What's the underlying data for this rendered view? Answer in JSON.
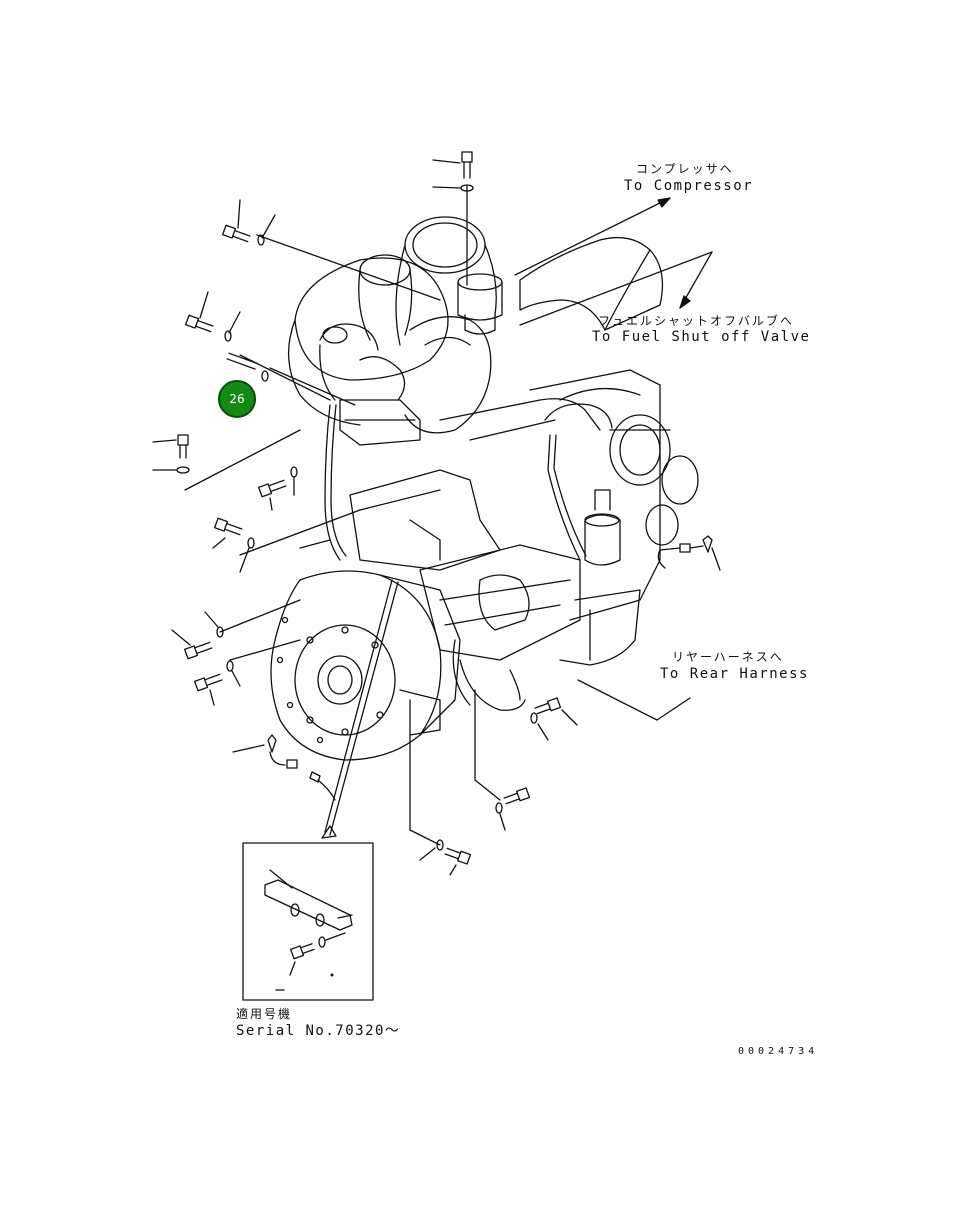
{
  "labels": {
    "compressor_jp": "コンプレッサヘ",
    "compressor_en": "To Compressor",
    "fuel_valve_jp": "フュエルシャットオフバルブへ",
    "fuel_valve_en": "To Fuel Shut off Valve",
    "rear_harness_jp": "リヤーハーネスへ",
    "rear_harness_en": "To Rear Harness",
    "serial_jp": "適用号機",
    "serial_en": "Serial No.70320～"
  },
  "callouts": [
    {
      "number": "26",
      "color": "#138a13"
    }
  ],
  "document_number": "00024734",
  "colors": {
    "line": "#111111",
    "background": "#ffffff",
    "callout_fill": "#138a13"
  }
}
